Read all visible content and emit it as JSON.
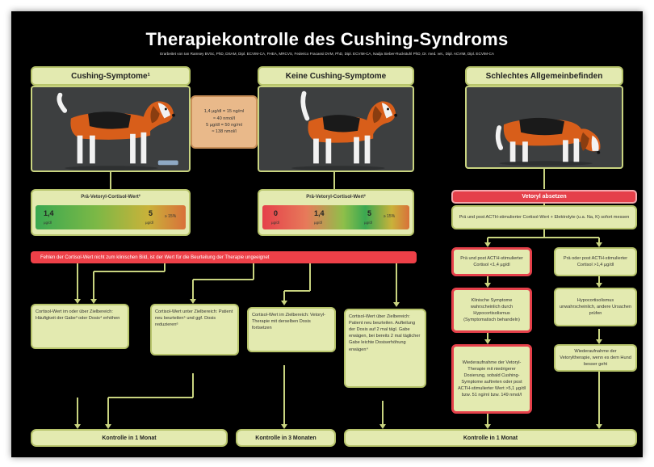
{
  "title": "Therapiekontrolle des Cushing-Syndroms",
  "subtitle": "Erarbeitet von Ian Ramsey BVSc, PhD, DSAM, Dipl. ECVIM-CA, FHEA, MRCVS, Federico Fracassi DVM, PhD, Dipl. ECVIM-CA, Nadja Sieber-Ruckstuhl PhD, Dr. med. vet., Dipl. ACVIM, Dipl. ECVIM-CA",
  "columns": {
    "left_head": "Cushing-Symptome¹",
    "mid_head": "Keine Cushing-Symptome",
    "right_head": "Schlechtes Allgemeinbefinden"
  },
  "conversion_note": [
    "1,4 µg/dl = 15 ng/ml",
    "≈ 40 nmol/l",
    "5 µg/dl = 50 ng/ml",
    "≈ 138 nmol/l"
  ],
  "cortisol_label_left": "Prä-Vetoryl-Cortisol-Wert²",
  "cortisol_label_mid": "Prä-Vetoryl-Cortisol-Wert²",
  "left_gradient": {
    "v1": "1,4",
    "v2": "5",
    "unit": "µg/dl",
    "tail": "≥ 15%"
  },
  "mid_gradient": {
    "v0": "0",
    "v1": "1,4",
    "v2": "5",
    "unit": "µg/dl",
    "tail": "≥ 15%"
  },
  "red_banner": "Fehlen der Cortisol-Wert nicht zum klinischen Bild, ist der Wert für die Beurteilung der Therapie ungeeignet",
  "vetoryl_stop": "Vetoryl absetzen",
  "acth_box": "Prä und post ACTH-stimulierter Cortisol-Wert + Elektrolyte (u.a. Na, K) sofort messen",
  "boxes": {
    "b1": "Cortisol-Wert im oder über Zielbereich: Häufigkeit der Gabe³ oder Dosis⁴ erhöhen",
    "b2": "Cortisol-Wert unter Zielbereich: Patient neu beurteilen⁵ und ggf. Dosis reduzieren⁶",
    "b3": "Cortisol-Wert im Zielbereich: Vetoryl-Therapie mit derselben Dosis fortsetzen",
    "b4": "Cortisol-Wert über Zielbereich: Patient neu beurteilen. Aufteilung der Dosis auf 2 mal tägl. Gabe erwägen, bei bereits 2 mal täglicher Gabe leichte Dosiserhöhung erwägen⁴",
    "r1": "Prä und post ACTH-stimulierter Cortisol <1,4 µg/dl",
    "r2": "Prä oder post ACTH-stimulierter Cortisol >1,4 µg/dl",
    "r3": "Klinische Symptome wahrscheinlich durch Hypocortisolismus (Symptomatisch behandeln)",
    "r4": "Hypocortisolismus unwahrscheinlich, andere Ursachen prüfen",
    "r5": "Wiederaufnahme der Vetoryl-Therapie mit niedrigerer Dosierung, sobald Cushing-Symptome auftreten oder post ACTH-stimulierter Wert >5,1 µg/dl bzw. 51 ng/ml bzw. 149 nmol/l",
    "r6": "Wiederaufnahme der Vetoryltherapie, wenn es dem Hund besser geht"
  },
  "footer": {
    "f1": "Kontrolle in 1 Monat",
    "f2": "Kontrolle in 3 Monaten",
    "f3": "Kontrolle in 1 Monat"
  },
  "colors": {
    "accent_green": "#e3eab0",
    "alert_red": "#ee4048",
    "note_orange": "#e9b98a"
  }
}
